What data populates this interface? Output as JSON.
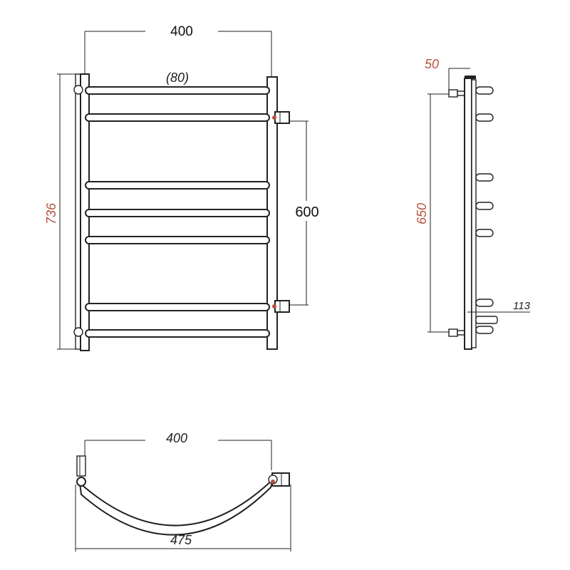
{
  "colors": {
    "line": "#222222",
    "accent_red": "#b5523d",
    "background": "#ffffff"
  },
  "front_view": {
    "width_dim": "400",
    "bar_spacing_dim": "(80)",
    "height_dim": "736",
    "connection_dim": "600"
  },
  "side_view": {
    "offset_dim": "50",
    "mount_height_dim": "650",
    "depth_dim": "113"
  },
  "top_view": {
    "inner_width_dim": "400",
    "outer_width_dim": "475"
  }
}
